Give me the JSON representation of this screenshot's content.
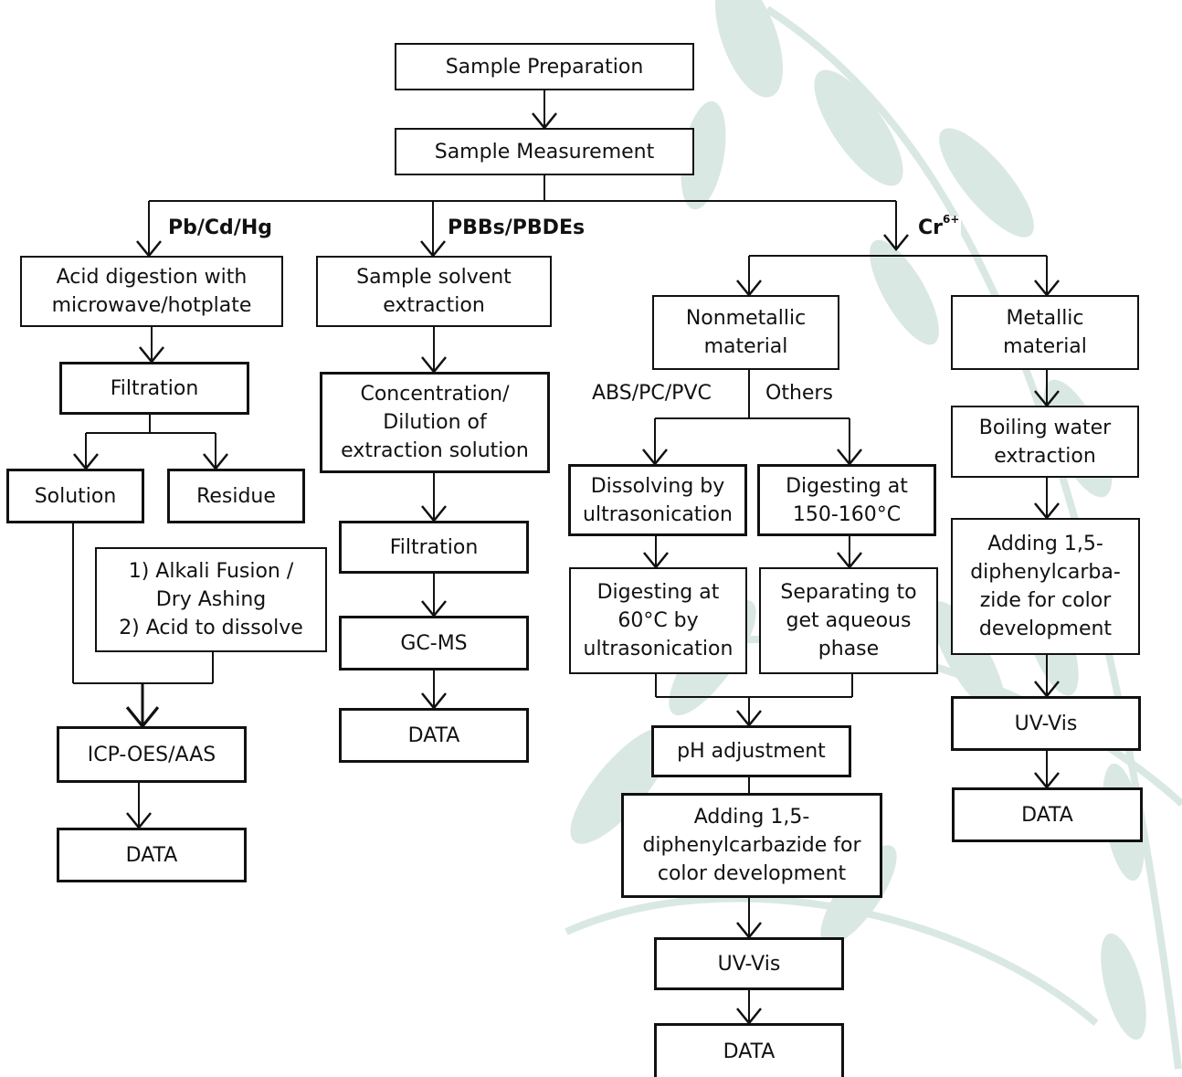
{
  "nodes": {
    "prep": "Sample Preparation",
    "measure": "Sample Measurement",
    "acid": "Acid digestion with\nmicrowave/hotplate",
    "filtration1": "Filtration",
    "solution": "Solution",
    "residue": "Residue",
    "alkali": "1) Alkali Fusion /\nDry Ashing\n2) Acid to dissolve",
    "icp": "ICP-OES/AAS",
    "data1": "DATA",
    "solvent": "Sample solvent\nextraction",
    "concentration": "Concentration/\nDilution of\nextraction solution",
    "filtration2": "Filtration",
    "gcms": "GC-MS",
    "data2": "DATA",
    "nonmetallic": "Nonmetallic\nmaterial",
    "dissolving": "Dissolving by\nultrasonication",
    "digest150": "Digesting at\n150-160°C",
    "digest60": "Digesting at\n60°C by\nultrasonication",
    "separating": "Separating to\nget aqueous\nphase",
    "ph": "pH adjustment",
    "adding1": "Adding 1,5-\ndiphenylcarbazide for\ncolor development",
    "uvvis1": "UV-Vis",
    "data3": "DATA",
    "metallic": "Metallic\nmaterial",
    "boiling": "Boiling water\nextraction",
    "adding2": "Adding 1,5-\ndiphenylcarba-\nzide for color\ndevelopment",
    "uvvis2": "UV-Vis",
    "data4": "DATA"
  },
  "labels": {
    "pbcdhg": "Pb/Cd/Hg",
    "pbbs": "PBBs/PBDEs",
    "cr": "Cr",
    "cr_sup": "6+",
    "abs": "ABS/PC/PVC",
    "others": "Others"
  },
  "colors": {
    "line": "#111111",
    "leaf": "#d9e8e2"
  }
}
